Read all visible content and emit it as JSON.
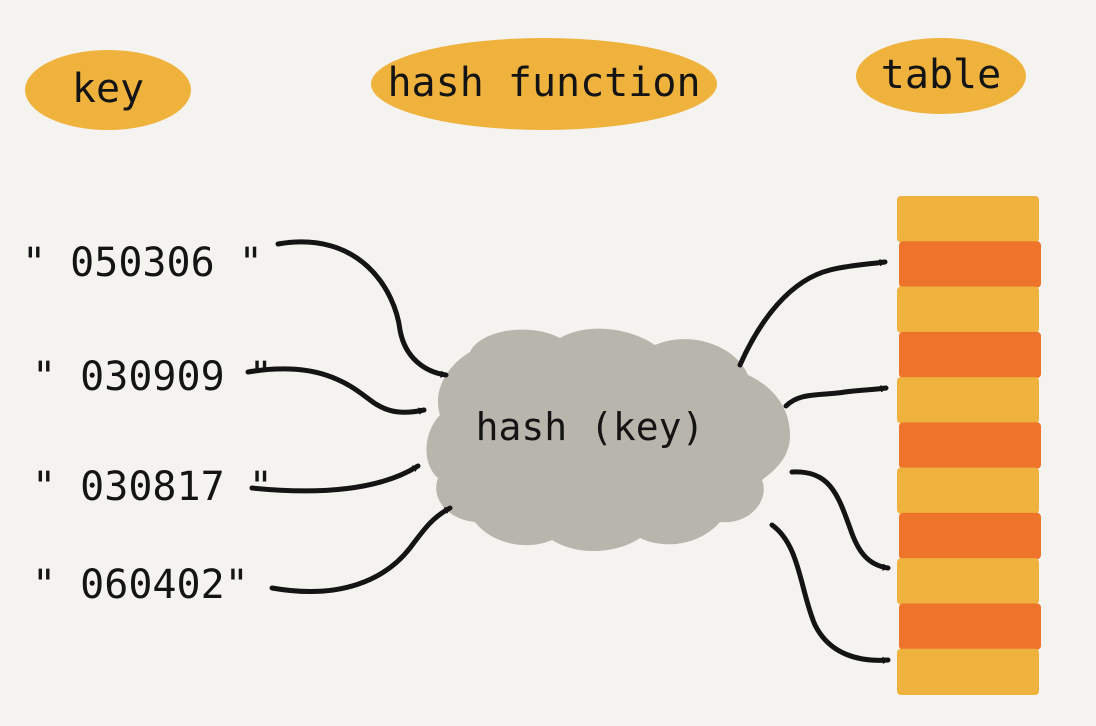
{
  "headers": {
    "key": "key",
    "hash_function": "hash function",
    "table": "table"
  },
  "keys": [
    "\" 050306 \"",
    "\" 030909 \"",
    "\" 030817 \"",
    "\" 060402\""
  ],
  "function_label": "hash (key)",
  "table_slots": [
    "light",
    "dark",
    "light",
    "dark",
    "light",
    "dark",
    "light",
    "dark",
    "light",
    "dark",
    "light"
  ],
  "mapped_slots": [
    1,
    4,
    8,
    10
  ],
  "colors": {
    "background": "#f4f3ef",
    "pill": "#efb23c",
    "slot_light": "#efb23c",
    "slot_dark": "#ee742b",
    "cloud": "#b8b5ad",
    "ink": "#141414"
  }
}
